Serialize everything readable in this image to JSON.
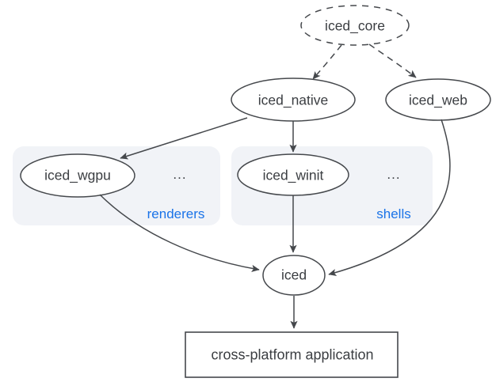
{
  "colors": {
    "edge": "#45484c",
    "node_border": "#45484c",
    "node_fill": "#ffffff",
    "node_text": "#3b3e42",
    "group_bg": "#f1f3f7",
    "group_label_blue": "#1a73e8",
    "background": "#ffffff"
  },
  "nodes": {
    "core": {
      "label": "iced_core"
    },
    "native": {
      "label": "iced_native"
    },
    "web": {
      "label": "iced_web"
    },
    "wgpu": {
      "label": "iced_wgpu"
    },
    "winit": {
      "label": "iced_winit"
    },
    "iced": {
      "label": "iced"
    },
    "app": {
      "label": "cross-platform application"
    }
  },
  "groups": {
    "renderers": {
      "label": "renderers",
      "ellipsis": "..."
    },
    "shells": {
      "label": "shells",
      "ellipsis": "..."
    }
  },
  "edges": [
    {
      "from": "iced_core",
      "to": "iced_native",
      "style": "dashed"
    },
    {
      "from": "iced_core",
      "to": "iced_web",
      "style": "dashed"
    },
    {
      "from": "iced_native",
      "to": "iced_wgpu",
      "style": "solid"
    },
    {
      "from": "iced_native",
      "to": "iced_winit",
      "style": "solid"
    },
    {
      "from": "iced_wgpu",
      "to": "iced",
      "style": "solid"
    },
    {
      "from": "iced_winit",
      "to": "iced",
      "style": "solid"
    },
    {
      "from": "iced_web",
      "to": "iced",
      "style": "solid"
    },
    {
      "from": "iced",
      "to": "cross-platform application",
      "style": "solid"
    }
  ]
}
